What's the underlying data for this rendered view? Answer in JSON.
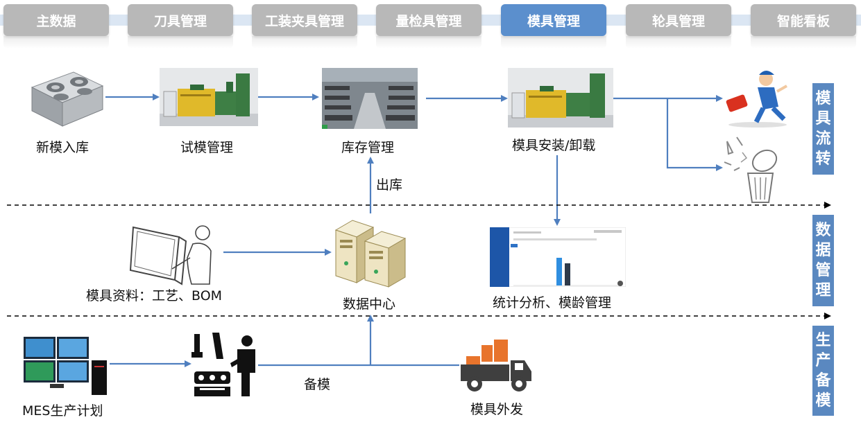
{
  "tabs": [
    {
      "label": "主数据",
      "active": false
    },
    {
      "label": "刀具管理",
      "active": false
    },
    {
      "label": "工装夹具管理",
      "active": false
    },
    {
      "label": "量检具管理",
      "active": false
    },
    {
      "label": "模具管理",
      "active": true
    },
    {
      "label": "轮具管理",
      "active": false
    },
    {
      "label": "智能看板",
      "active": false
    }
  ],
  "flow": {
    "row1": {
      "new_mold": "新模入库",
      "trial_mold": "试模管理",
      "inventory": "库存管理",
      "install": "模具安装/卸载"
    },
    "row2": {
      "mold_docs": "模具资料：工艺、BOM",
      "data_center": "数据中心",
      "statistics": "统计分析、模龄管理",
      "outbound": "出库"
    },
    "row3": {
      "mes": "MES生产计划",
      "prepare": "备模",
      "ship_out": "模具外发"
    }
  },
  "side_labels": {
    "circulation": "模具流转",
    "data_management": "数据管理",
    "production_prep": "生产备模"
  },
  "colors": {
    "tab_active": "#5b8fcd",
    "tab_inactive": "#b8b8b8",
    "arrow": "#4f7fbf",
    "side_panel": "#5a88c0",
    "truck_box": "#e8742c"
  }
}
